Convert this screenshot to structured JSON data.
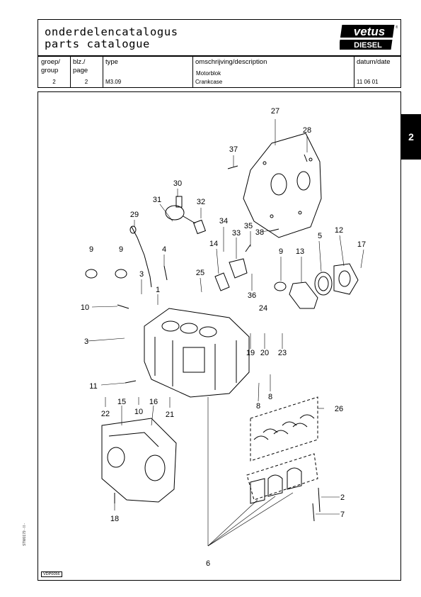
{
  "header": {
    "title_nl": "onderdelencatalogus",
    "title_en": "parts catalogue",
    "logo_top": "vetus",
    "logo_bottom": "DIESEL",
    "logo_mark": "®"
  },
  "meta": {
    "group_label": "groep/\ngroup",
    "group_value": "2",
    "page_label": "blz./\npage",
    "page_value": "2",
    "type_label": "type",
    "type_value": "M3.09",
    "desc_label": "omschrijving/description",
    "desc_nl": "Motorblok",
    "desc_en": "Crankcase",
    "date_label": "datum/date",
    "date_value": "11 06 01"
  },
  "tab": {
    "label": "2"
  },
  "side_code": "STM0179 - II -",
  "figure_code": "VDP0056",
  "callouts": [
    "27",
    "28",
    "37",
    "30",
    "31",
    "32",
    "29",
    "34",
    "33",
    "35",
    "38",
    "9",
    "5",
    "12",
    "17",
    "13",
    "14",
    "4",
    "9",
    "9",
    "25",
    "36",
    "3",
    "1",
    "10",
    "24",
    "3",
    "19",
    "20",
    "23",
    "11",
    "8",
    "8",
    "22",
    "15",
    "10",
    "16",
    "21",
    "26",
    "2",
    "7",
    "18",
    "6"
  ]
}
